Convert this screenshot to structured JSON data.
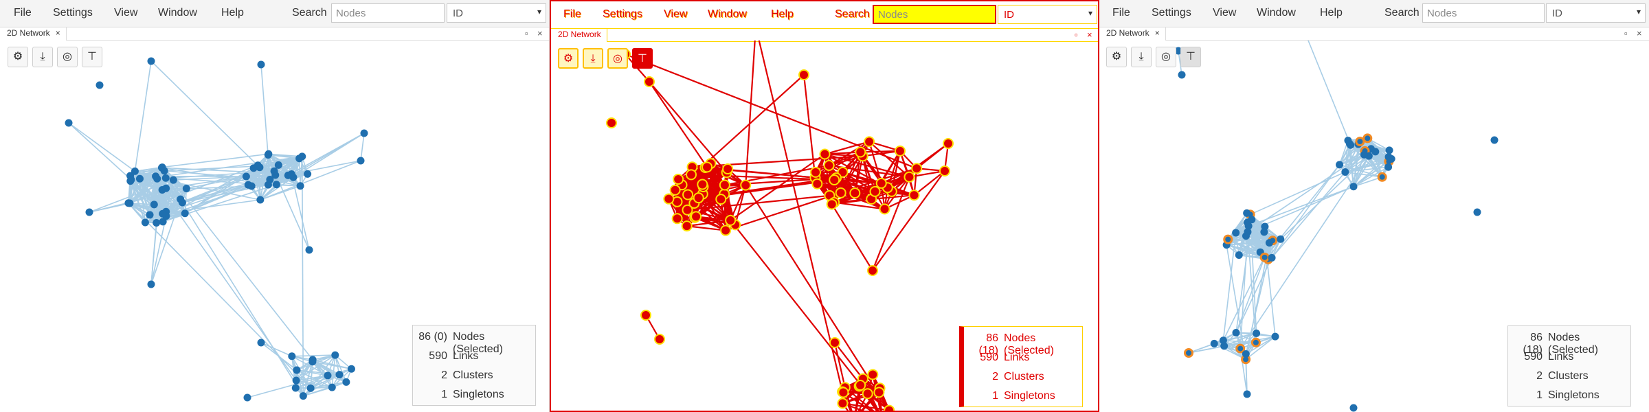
{
  "menu": {
    "items": [
      "File",
      "Settings",
      "View",
      "Window",
      "Help"
    ]
  },
  "search": {
    "label": "Search",
    "placeholder": "Nodes",
    "field": "ID"
  },
  "tab": {
    "title": "2D Network",
    "close": "×"
  },
  "window_controls": {
    "maximize": "▫",
    "close": "×"
  },
  "toolbar": {
    "icons": [
      "gear-icon",
      "download-icon",
      "target-icon",
      "pin-icon"
    ]
  },
  "panels": [
    {
      "stats": [
        {
          "num": "86 (0)",
          "label": "Nodes (Selected)"
        },
        {
          "num": "590",
          "label": "Links"
        },
        {
          "num": "2",
          "label": "Clusters"
        },
        {
          "num": "1",
          "label": "Singletons"
        }
      ]
    },
    {
      "stats": [
        {
          "num": "86 (18)",
          "label": "Nodes (Selected)"
        },
        {
          "num": "590",
          "label": "Links"
        },
        {
          "num": "2",
          "label": "Clusters"
        },
        {
          "num": "1",
          "label": "Singletons"
        }
      ]
    },
    {
      "stats": [
        {
          "num": "86 (18)",
          "label": "Nodes (Selected)"
        },
        {
          "num": "590",
          "label": "Links"
        },
        {
          "num": "2",
          "label": "Clusters"
        },
        {
          "num": "1",
          "label": "Singletons"
        }
      ]
    }
  ],
  "colors": {
    "node": "#1f6faf",
    "link": "#a8cde6",
    "selected_ring": "#f08a24",
    "hot_red": "#e00000",
    "hot_yellow": "#ffe000"
  }
}
